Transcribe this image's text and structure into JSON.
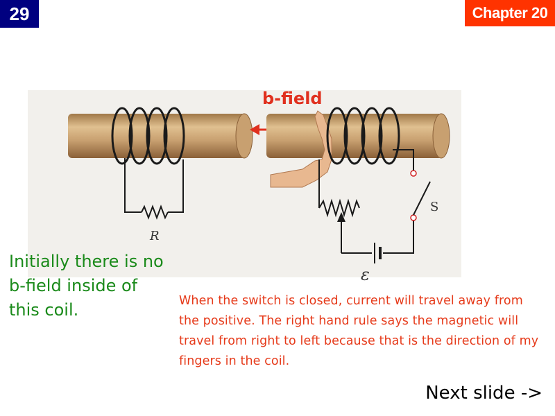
{
  "slide": {
    "number": "29",
    "chapter": "Chapter 20"
  },
  "figure": {
    "field_label": "b-field",
    "resistor_label": "R",
    "switch_label": "S",
    "emf_label": "ε"
  },
  "notes": {
    "initial": "Initially there is no b-field inside of this coil.",
    "switch_closed": "When the switch is closed, current will travel away from the positive. The right hand rule says the magnetic will travel from right to left because that is the direction of my fingers in the coil."
  },
  "navigation": {
    "next": "Next slide ->"
  },
  "colors": {
    "slide_number_bg": "#000080",
    "chapter_bg": "#ff3300",
    "field_label": "#e0301e",
    "initial_note": "#1a8a1a",
    "switch_note": "#e63a1a",
    "core": "#c8a070",
    "figure_bg": "#f2f0ec"
  },
  "icons": {
    "hand": "hand-thumb-icon",
    "arrow": "arrow-left-icon"
  }
}
